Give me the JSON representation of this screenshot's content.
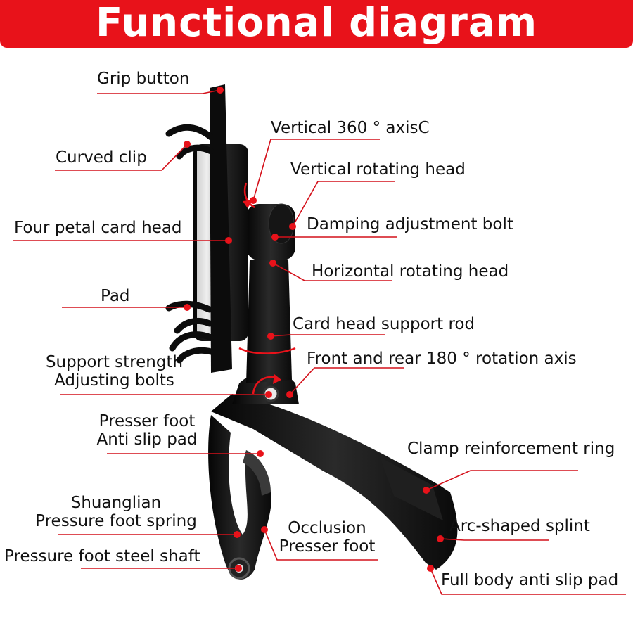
{
  "title": "Functional diagram",
  "accent_color": "#e8121a",
  "labels": {
    "grip_button": "Grip button",
    "vertical_360_axis": "Vertical 360 ° axisC",
    "curved_clip": "Curved clip",
    "vertical_rotating_head": "Vertical rotating head",
    "four_petal_card_head": "Four petal card head",
    "damping_adjustment_bolt": "Damping adjustment bolt",
    "horizontal_rotating_head": "Horizontal rotating head",
    "pad": "Pad",
    "card_head_support_rod": "Card head support rod",
    "front_rear_180_axis": "Front and rear 180 ° rotation axis",
    "support_strength_line1": "Support strength",
    "support_strength_line2": "Adjusting bolts",
    "presser_foot_line1": "Presser foot",
    "presser_foot_line2": "Anti slip pad",
    "clamp_reinforcement_ring": "Clamp reinforcement ring",
    "shuanglian_line1": "Shuanglian",
    "shuanglian_line2": "Pressure foot spring",
    "occlusion_line1": "Occlusion",
    "occlusion_line2": "Presser foot",
    "arc_shaped_splint": "Arc-shaped splint",
    "pressure_foot_steel_shaft": "Pressure foot steel shaft",
    "full_body_anti_slip_pad": "Full body anti slip pad"
  }
}
